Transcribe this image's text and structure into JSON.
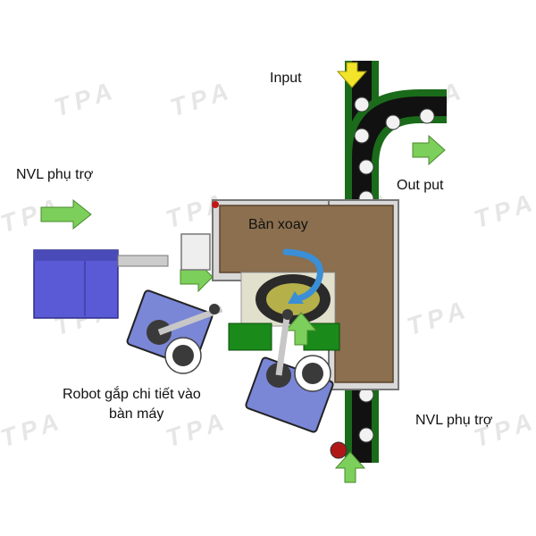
{
  "labels": {
    "input": "Input",
    "output": "Out put",
    "nvl_left": "NVL phụ trợ",
    "nvl_right": "NVL phụ trợ",
    "turntable": "Bàn xoay",
    "robot_line1": "Robot gắp chi tiết vào",
    "robot_line2": "bàn máy"
  },
  "watermark": "TPA",
  "colors": {
    "conveyor": "#1a6b1a",
    "table": "#8b6f4e",
    "frame": "#d9d9d9",
    "arrow_green": "#7ccf5a",
    "arrow_yellow": "#f3e42a",
    "cabinet": "#5a5ad6",
    "robot_base": "#7a86d6",
    "rotate_arrow": "#3a8fd6"
  },
  "icons": {
    "input_arrow": "arrow-down-icon",
    "output_arrow": "arrow-right-icon",
    "feed_arrow": "arrow-right-icon",
    "bottom_arrow": "arrow-up-icon",
    "rotation": "rotate-arrow-icon"
  }
}
